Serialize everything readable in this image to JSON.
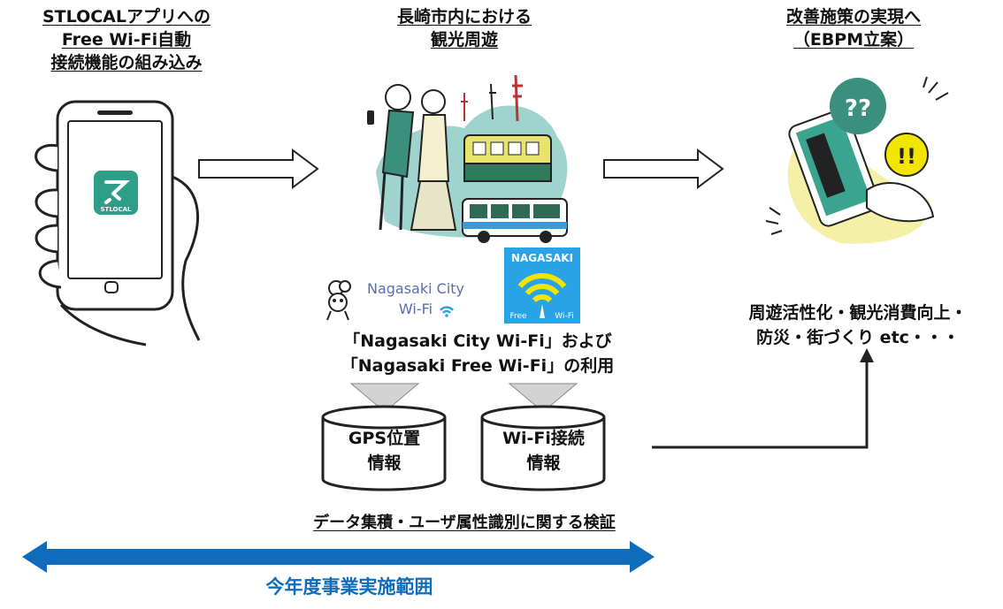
{
  "columns": {
    "left_heading": [
      "STLOCALアプリへの",
      "Free Wi-Fi自動",
      "接続機能の組み込み"
    ],
    "center_heading": [
      "長崎市内における",
      "観光周遊"
    ],
    "right_heading": [
      "改善施策の実現へ",
      "（EBPM立案）"
    ]
  },
  "phone": {
    "app_label": "STLOCAL"
  },
  "logos": {
    "city_wifi_line1": "Nagasaki City",
    "city_wifi_line2": "Wi-Fi",
    "free_wifi_top": "NAGASAKI",
    "free_wifi_left": "Free",
    "free_wifi_right": "Wi-Fi"
  },
  "center_caption": [
    "「Nagasaki City Wi-Fi」および",
    "「Nagasaki Free Wi-Fi」の利用"
  ],
  "databases": [
    {
      "line1": "GPS位置",
      "line2": "情報"
    },
    {
      "line1": "Wi-Fi接続",
      "line2": "情報"
    }
  ],
  "right_caption": [
    "周遊活性化・観光消費向上・",
    "防災・街づくり etc・・・"
  ],
  "verification": "データ集積・ユーザ属性識別に関する検証",
  "scope_label": "今年度事業実施範囲",
  "colors": {
    "scope_arrow": "#0f6cbd",
    "scope_text": "#0f6cbd",
    "app_green": "#2e9e89",
    "wifi_blue": "#29a3e6",
    "wifi_yellow": "#f2e600"
  }
}
